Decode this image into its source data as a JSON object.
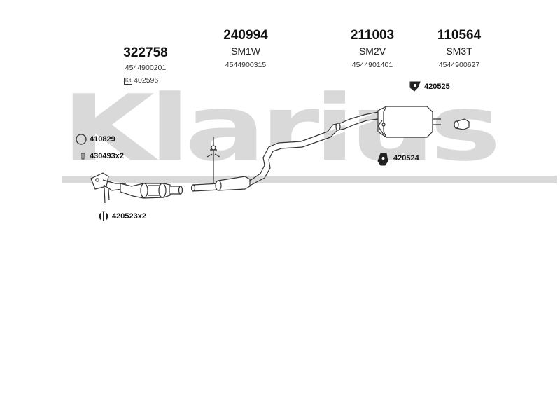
{
  "watermark": {
    "text": "Klarius",
    "color": "#d9d9d9"
  },
  "parts": {
    "p322758": {
      "number": "322758",
      "oem": "4544900201",
      "kit_label": "Kit",
      "kit_number": "402596"
    },
    "p240994": {
      "number": "240994",
      "code": "SM1W",
      "oem": "4544900315"
    },
    "p211003": {
      "number": "211003",
      "code": "SM2V",
      "oem": "4544901401"
    },
    "p110564": {
      "number": "110564",
      "code": "SM3T",
      "oem": "4544900627"
    }
  },
  "accessories": {
    "a410829": {
      "label": "410829",
      "icon": "gasket-ring-icon"
    },
    "a430493": {
      "label": "430493x2",
      "icon": "bolt-icon"
    },
    "a420523": {
      "label": "420523x2",
      "icon": "rubber-mount-icon"
    },
    "a420525": {
      "label": "420525",
      "icon": "rubber-hanger-icon"
    },
    "a420524": {
      "label": "420524",
      "icon": "rubber-hanger-icon"
    }
  },
  "colors": {
    "line": "#333333",
    "text": "#111111"
  }
}
